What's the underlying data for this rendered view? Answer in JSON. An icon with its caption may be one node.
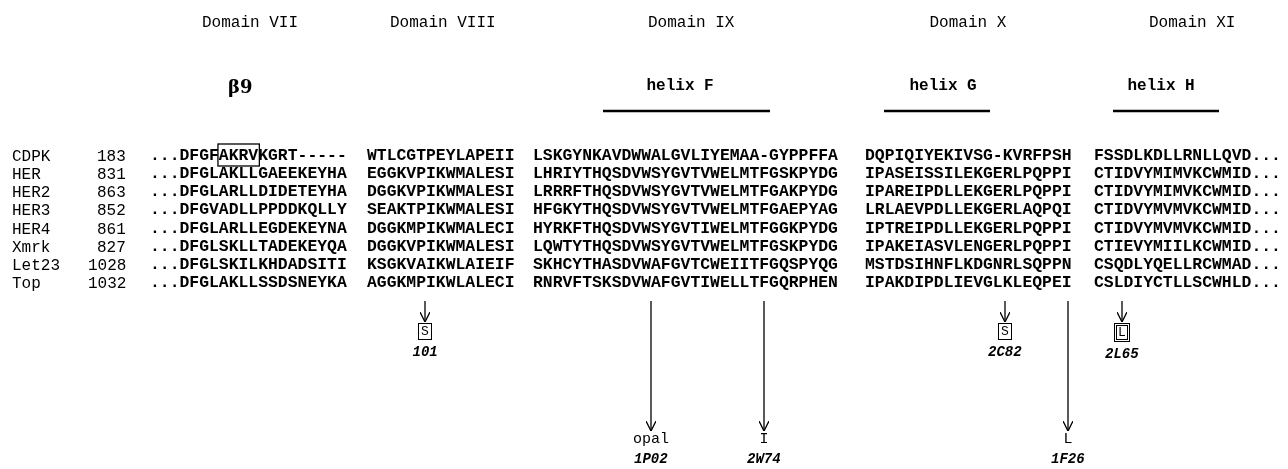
{
  "diagram": {
    "nodes": [
      {
        "text": [
          "S"
        ],
        "beside": [
          "101"
        ]
      },
      {
        "text": [
          "opal"
        ],
        "beside": [
          "1P02"
        ]
      },
      {
        "text": [
          "I"
        ],
        "beside": [
          "2W74"
        ]
      },
      {
        "text": [
          "S"
        ],
        "beside": [
          "2C82"
        ]
      },
      {
        "text": [
          "L"
        ],
        "beside": [
          "1F26"
        ]
      },
      {
        "text": [
          "L"
        ],
        "beside": [
          "2L65"
        ]
      }
    ],
    "edges": [
      {
        "from": null,
        "to": 0,
        "arrow": "to"
      },
      {
        "from": null,
        "to": 1,
        "arrow": "to"
      },
      {
        "from": null,
        "to": 2,
        "arrow": "to"
      },
      {
        "from": null,
        "to": 3,
        "arrow": "to"
      },
      {
        "from": null,
        "to": 4,
        "arrow": "to"
      },
      {
        "from": null,
        "to": 5,
        "arrow": "to"
      }
    ],
    "labels": [
      "Domain VII",
      "Domain VIII",
      "Domain IX",
      "Domain X",
      "Domain XI",
      "β9",
      "helix F",
      "helix G",
      "helix H",
      "CDPK",
      "183",
      "...DFGFAKRVKGRT-----",
      "WTLCGTPEYLAPEII",
      "LSKGYNKAVDWWALGVLIYEMAA-GYPPFFA",
      "DQPIQIYEKIVSG-KVRFPSH",
      "FSSDLKDLLRNLLQVD...",
      "HER",
      "831",
      "...DFGLAKLLGAEEKEYHA",
      "EGGKVPIKWMALESI",
      "LHRIYTHQSDVWSYGVTVWELMTFGSKPYDG",
      "IPASEISSILEKGERLPQPPI",
      "CTIDVYMIMVKCWMID...",
      "HER2",
      "863",
      "...DFGLARLLDIDETEYHA",
      "DGGKVPIKWMALESI",
      "LRRRFTHQSDVWSYGVTVWELMTFGAKPYDG",
      "IPAREIPDLLEKGERLPQPPI",
      "CTIDVYMIMVKCWMID...",
      "HER3",
      "852",
      "...DFGVADLLPPDDKQLLY",
      "SEAKTPIKWMALESI",
      "HFGKYTHQSDVWSYGVTVWELMTFGAEPYAG",
      "LRLAEVPDLLEKGERLAQPQI",
      "CTIDVYMVMVKCWMID...",
      "HER4",
      "861",
      "...DFGLARLLEGDEKEYNA",
      "DGGKMPIKWMALECI",
      "HYRKFTHQSDVWSYGVTIWELMTFGGKPYDG",
      "IPTREIPDLLEKGERLPQPPI",
      "CTIDVYMVMVKCWMID...",
      "Xmrk",
      "827",
      "...DFGLSKLLTADEKEYQA",
      "DGGKVPIKWMALESI",
      "LQWTYTHQSDVWSYGVTVWELMTFGSKPYDG",
      "IPAKEIASVLENGERLPQPPI",
      "CTIEVYMIILKCWMID...",
      "Let23",
      "1028",
      "...DFGLSKILKHDADSITI",
      "KSGKVAIKWLAIEIF",
      "SKHCYTHASDVWAFGVTCWEIITFGQSPYQG",
      "MSTDSIHNFLKDGNRLSQPPN",
      "CSQDLYQELLRCWMAD...",
      "Top",
      "1032",
      "...DFGLAKLLSSDSNEYKA",
      "AGGKMPIKWLALECI",
      "RNRVFTSKSDVWAFGVTIWELLTFGQRPHEN",
      "IPAKDIPDLIEVGLKLEQPEI",
      "CSLDIYCTLLSCWHLD..."
    ]
  }
}
